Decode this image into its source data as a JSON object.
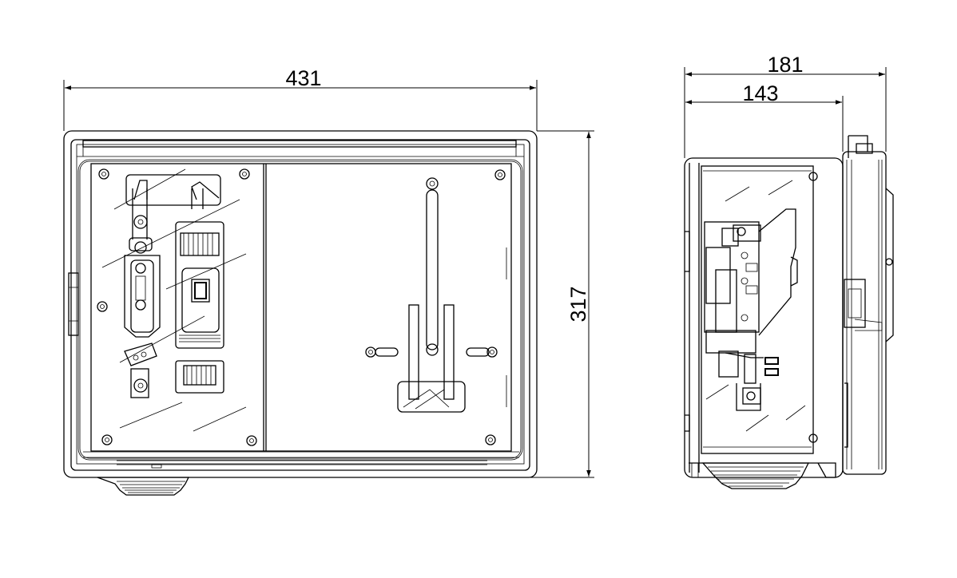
{
  "dimensions": {
    "front_width": "431",
    "front_height": "317",
    "side_depth_total": "181",
    "side_depth_body": "143"
  }
}
